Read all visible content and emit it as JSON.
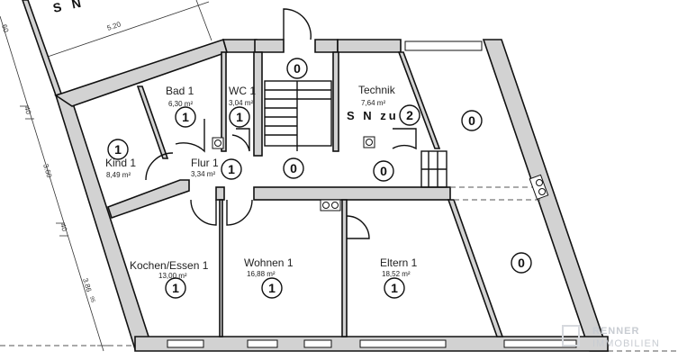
{
  "rooms": [
    {
      "name": "Bad 1",
      "area": "6,30 m²",
      "level": "1"
    },
    {
      "name": "WC 1",
      "area": "3,04 m²",
      "level": "1"
    },
    {
      "name": "Kind 1",
      "area": "8,49 m²",
      "level": "1"
    },
    {
      "name": "Flur 1",
      "area": "3,34 m²",
      "level": "1"
    },
    {
      "name": "Technik",
      "area": "7,64 m²",
      "level": "2"
    },
    {
      "name": "Kochen/Essen 1",
      "area": "13,00 m²",
      "level": "1"
    },
    {
      "name": "Wohnen 1",
      "area": "16,88 m²",
      "level": "1"
    },
    {
      "name": "Eltern 1",
      "area": "18,52 m²",
      "level": "1"
    }
  ],
  "other_markers": [
    "0",
    "0",
    "0",
    "0",
    "0"
  ],
  "annotations": {
    "top_label": "S N",
    "technik_note": "S N  zu",
    "dim_top": "5.20",
    "dim_left_1": "3.60",
    "dim_left_2": "40",
    "dim_left_3": "40",
    "dim_left_4": "3.86",
    "dim_left_4_sup": "95",
    "dim_left_top": "60"
  },
  "watermark": {
    "line1": "RENNER",
    "line2": "IMMOBILIEN"
  },
  "colors": {
    "wall_fill": "#d2d2d2",
    "line": "#111111",
    "watermark": "#c8ccd2"
  }
}
